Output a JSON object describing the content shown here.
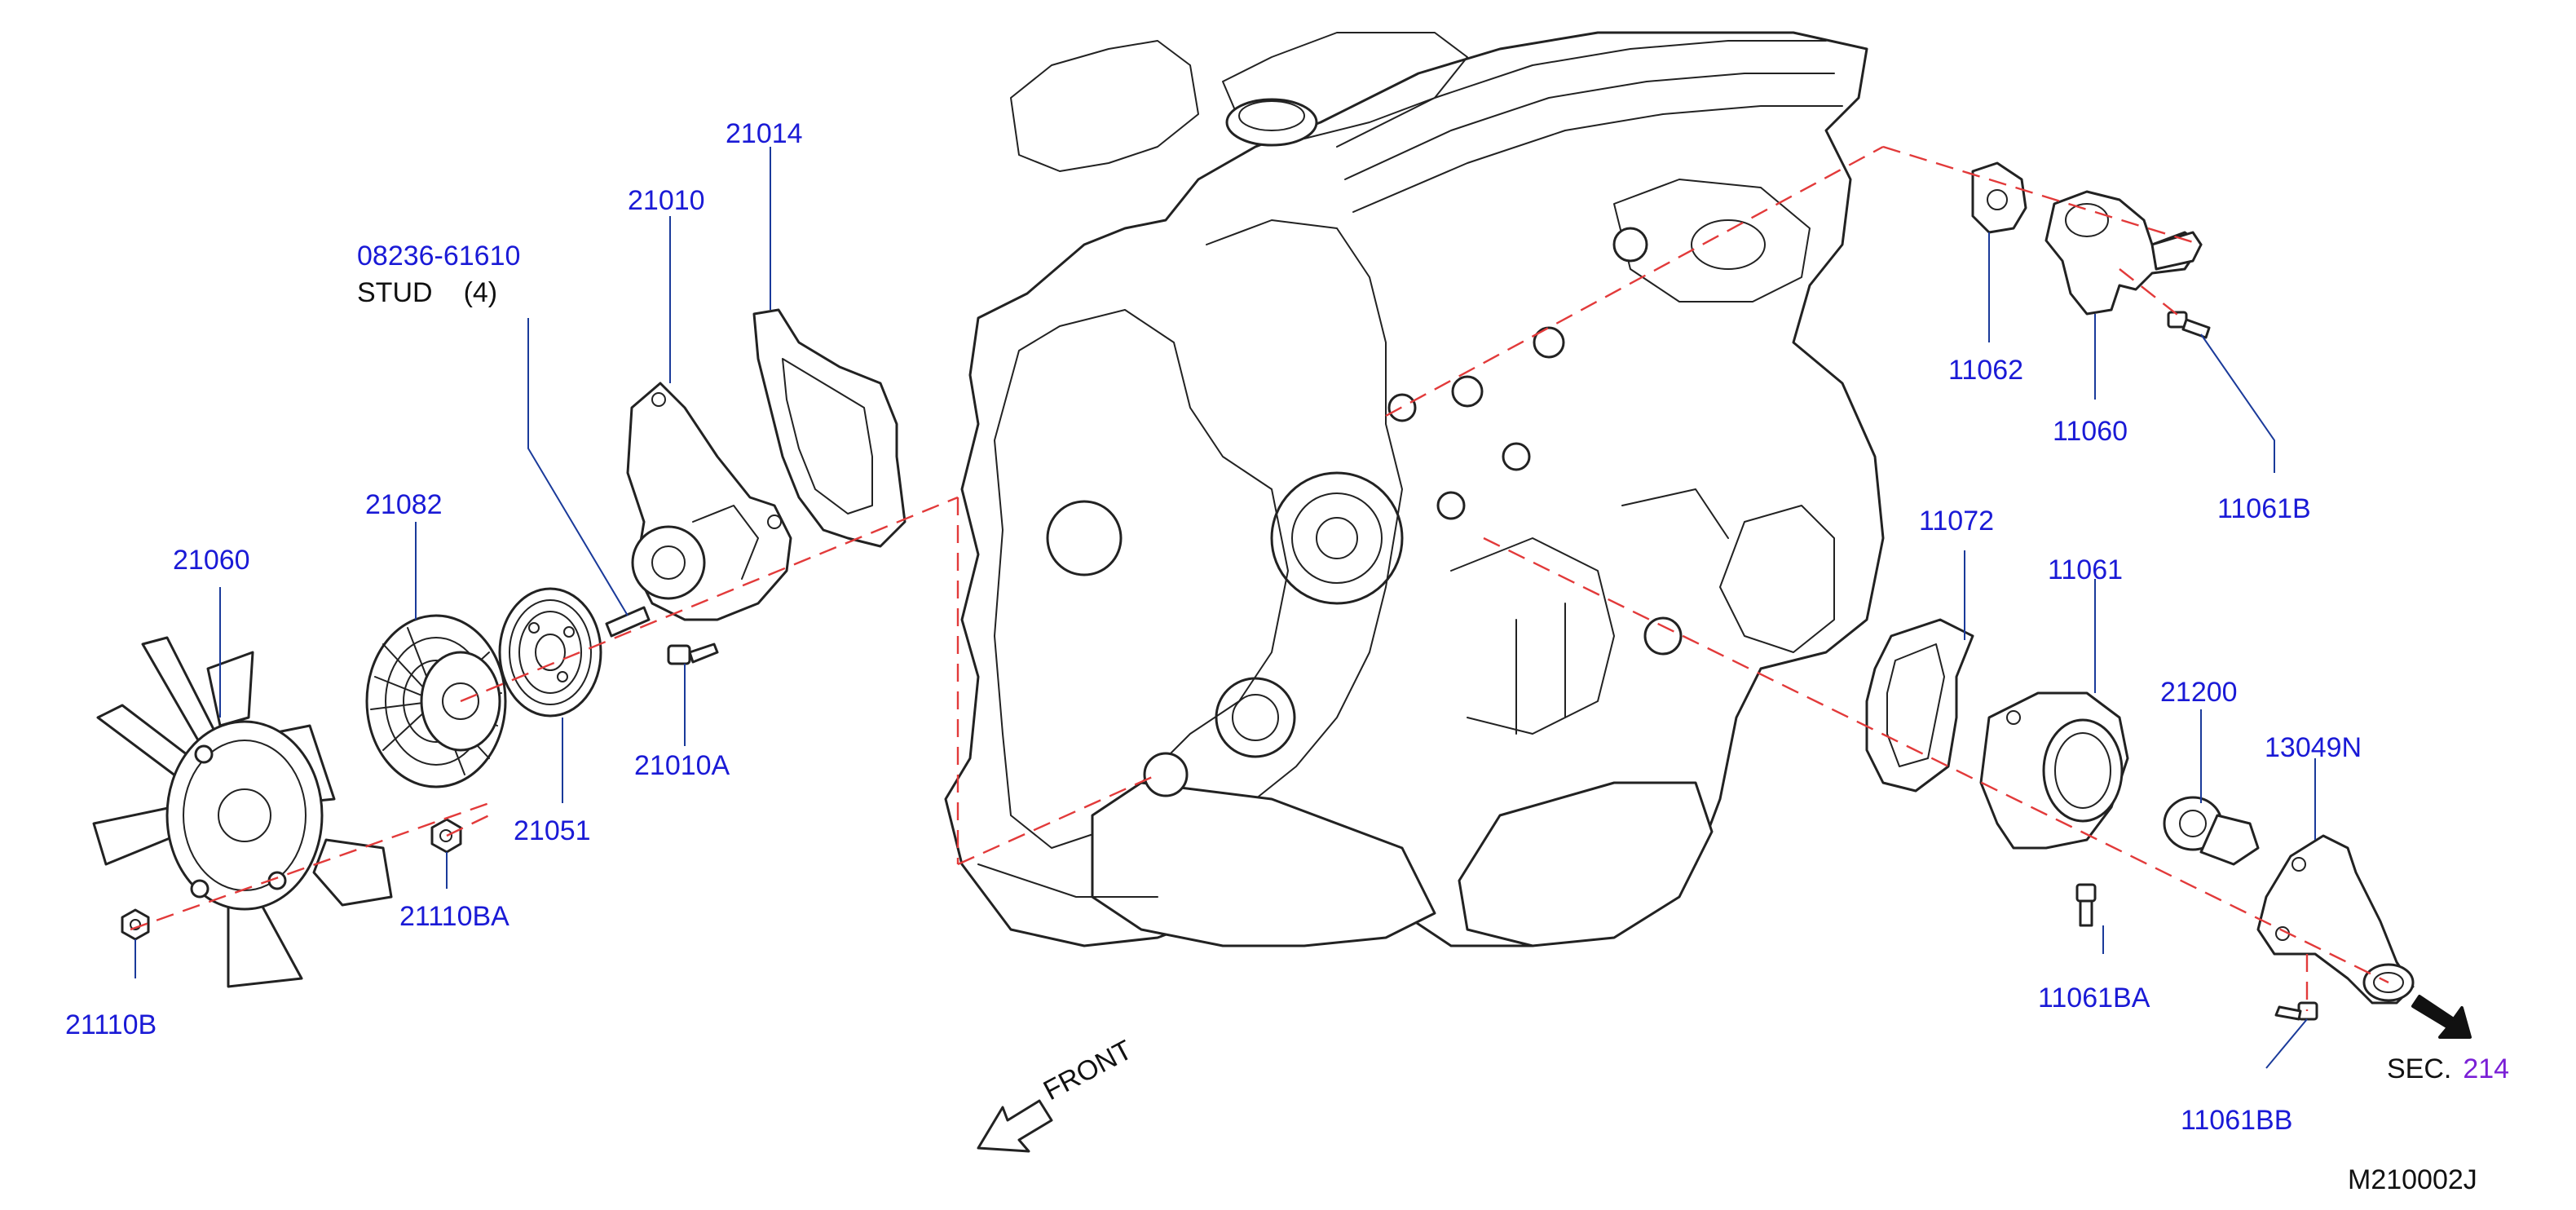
{
  "diagram": {
    "figure_id": "M210002J",
    "front_label": "FRONT",
    "sec_prefix": "SEC.",
    "sec_number": "214",
    "stud_label": "STUD",
    "stud_qty": "(4)",
    "colors": {
      "part_number": "#1a1ad6",
      "text": "#111111",
      "reference_line": "#e23a3a",
      "section_link": "#7a1fd6"
    },
    "parts": {
      "p21014": "21014",
      "p21010": "21010",
      "p08236": "08236-61610",
      "p21082": "21082",
      "p21060": "21060",
      "p21051": "21051",
      "p21010A": "21010A",
      "p21110BA": "21110BA",
      "p21110B": "21110B",
      "p11062": "11062",
      "p11060": "11060",
      "p11061B": "11061B",
      "p11072": "11072",
      "p11061": "11061",
      "p21200": "21200",
      "p13049N": "13049N",
      "p11061BA": "11061BA",
      "p11061BB": "11061BB"
    }
  }
}
